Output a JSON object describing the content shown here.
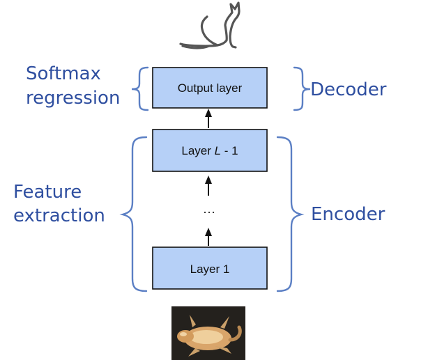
{
  "colors": {
    "box_fill": "#b6d0f7",
    "box_stroke": "#111111",
    "brace": "#5b7fc4",
    "label_text": "#2f4fa0",
    "arrow": "#111111"
  },
  "icons": {
    "top": "cat-silhouette-icon",
    "bottom": "cat-photo"
  },
  "boxes": {
    "output": "Output layer",
    "layer_l_minus_1_prefix": "Layer ",
    "layer_l_minus_1_var": "L",
    "layer_l_minus_1_suffix": " - 1",
    "layer1": "Layer 1"
  },
  "ellipsis": "···",
  "labels": {
    "softmax_line1": "Softmax",
    "softmax_line2": "regression",
    "feature_line1": "Feature",
    "feature_line2": "extraction",
    "decoder": "Decoder",
    "encoder": "Encoder"
  }
}
